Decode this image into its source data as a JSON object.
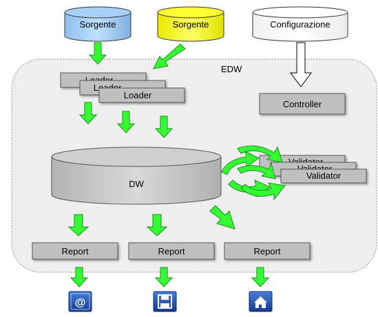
{
  "sources": [
    {
      "label": "Sorgente",
      "color": "#99ccff"
    },
    {
      "label": "Sorgente",
      "color": "#ffff00"
    },
    {
      "label": "Configurazione",
      "color": "#ffffff"
    }
  ],
  "edw_label": "EDW",
  "loaders": [
    "Loader",
    "Loader",
    "Loader"
  ],
  "controller_label": "Controller",
  "dw_label": "DW",
  "validators": [
    "Validator",
    "Validator",
    "Validator"
  ],
  "reports": [
    "Report",
    "Report",
    "Report"
  ],
  "outputs": [
    {
      "icon": "email-icon",
      "glyph": "@"
    },
    {
      "icon": "save-icon"
    },
    {
      "icon": "home-icon"
    }
  ],
  "colors": {
    "arrow_green": "#33ff33",
    "box_gray": "#c0c0c0",
    "panel_gray": "#eeeeee",
    "icon_blue": "#1a4aa8"
  }
}
